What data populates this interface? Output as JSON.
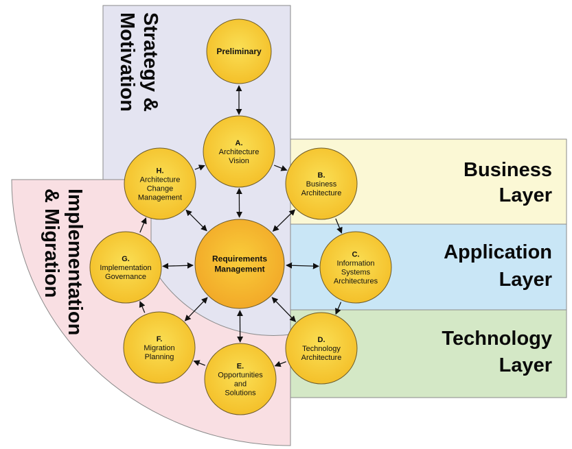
{
  "diagram": {
    "title": "TOGAF ADM phases mapped to ArchiMate layers",
    "regions": {
      "strategy": {
        "lines": [
          "Strategy &",
          "Motivation"
        ],
        "color": "#e4e4f1"
      },
      "implementation": {
        "lines": [
          "Implementation",
          "& Migration"
        ],
        "color": "#f9dfe3"
      },
      "business": {
        "lines": [
          "Business",
          "Layer"
        ],
        "color": "#fbf8d5"
      },
      "application": {
        "lines": [
          "Application",
          "Layer"
        ],
        "color": "#c9e6f6"
      },
      "technology": {
        "lines": [
          "Technology",
          "Layer"
        ],
        "color": "#d4e8c6"
      }
    },
    "circle_color": "#f7c633",
    "core_color": "#f6b22d",
    "phases": [
      {
        "id": "preliminary",
        "letter": "",
        "lines": [
          "Preliminary"
        ],
        "bold": true
      },
      {
        "id": "a",
        "letter": "A.",
        "lines": [
          "Architecture",
          "Vision"
        ]
      },
      {
        "id": "b",
        "letter": "B.",
        "lines": [
          "Business",
          "Architecture"
        ]
      },
      {
        "id": "c",
        "letter": "C.",
        "lines": [
          "Information",
          "Systems",
          "Architectures"
        ]
      },
      {
        "id": "d",
        "letter": "D.",
        "lines": [
          "Technology",
          "Architecture"
        ]
      },
      {
        "id": "e",
        "letter": "E.",
        "lines": [
          "Opportunities",
          "and",
          "Solutions"
        ]
      },
      {
        "id": "f",
        "letter": "F.",
        "lines": [
          "Migration",
          "Planning"
        ]
      },
      {
        "id": "g",
        "letter": "G.",
        "lines": [
          "Implementation",
          "Governance"
        ]
      },
      {
        "id": "h",
        "letter": "H.",
        "lines": [
          "Architecture",
          "Change",
          "Management"
        ]
      }
    ],
    "core": {
      "id": "requirements",
      "lines": [
        "Requirements",
        "Management"
      ]
    }
  }
}
